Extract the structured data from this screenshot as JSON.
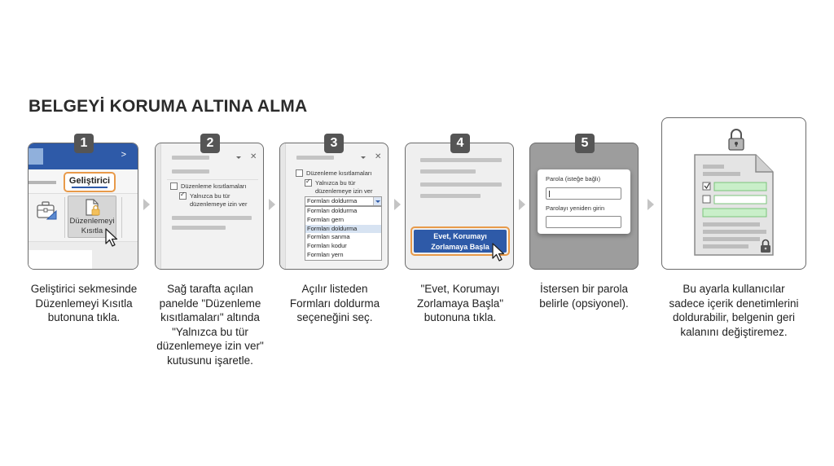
{
  "title": "BELGEYİ KORUMA ALTINA ALMA",
  "colors": {
    "accent_blue": "#2e5aa8",
    "highlight_orange": "#e89a4a",
    "form_field_green": "#c9efc9",
    "card_border": "#6b6b6b",
    "badge_bg": "#555555"
  },
  "steps": [
    {
      "number": "1",
      "caption": "Geliştirici sekmesinde Düzenlemeyi Kısıtla butonuna tıkla.",
      "ui": {
        "tab_label": "Geliştirici",
        "button_label": "Düzenlemeyi Kısıtla",
        "icons": [
          "chevron-right-icon",
          "briefcase-icon",
          "document-lock-icon",
          "mouse-cursor-icon"
        ]
      }
    },
    {
      "number": "2",
      "caption": "Sağ tarafta açılan panelde \"Düzenleme kısıtlamaları\" altında \"Yalnızca bu tür düzenlemeye izin ver\" kutusunu işaretle.",
      "ui": {
        "checkbox_1_label": "Düzenleme kısıtlamaları",
        "checkbox_1_checked": false,
        "checkbox_2_label_line1": "Yalnızca bu tür",
        "checkbox_2_label_line2": "düzenlemeye izin ver",
        "checkbox_2_checked": true
      }
    },
    {
      "number": "3",
      "caption": "Açılır listeden Formları doldurma seçeneğini seç.",
      "ui": {
        "checkbox_1_label": "Düzenleme kısıtlamaları",
        "checkbox_2_label_line1": "Yalnızca bu tür",
        "checkbox_2_label_line2": "düzenlemeye izin ver",
        "dropdown_value": "Formları doldurma",
        "options": [
          "Formları doldurma",
          "Formları gern",
          "Formları doldurma",
          "Formları sanma",
          "Formları kodur",
          "Formları yern"
        ],
        "selected_index": 2
      }
    },
    {
      "number": "4",
      "caption": "\"Evet, Korumayı Zorlamaya Başla\" butonuna tıkla.",
      "ui": {
        "button_line1": "Evet, Korumayı",
        "button_line2": "Zorlamaya Başla"
      }
    },
    {
      "number": "5",
      "caption": "İstersen bir parola belirle (opsiyonel).",
      "ui": {
        "password_label": "Parola (isteğe bağlı)",
        "password_value": "",
        "confirm_label": "Parolayı yeniden girin",
        "confirm_value": ""
      }
    },
    {
      "number": "",
      "caption": "Bu ayarla kullanıcılar sadece içerik denetimlerini doldurabilir, belgenin geri kalanını değiştiremez.",
      "ui": {
        "icons": [
          "padlock-icon",
          "protected-document-icon",
          "small-lock-icon"
        ]
      }
    }
  ]
}
